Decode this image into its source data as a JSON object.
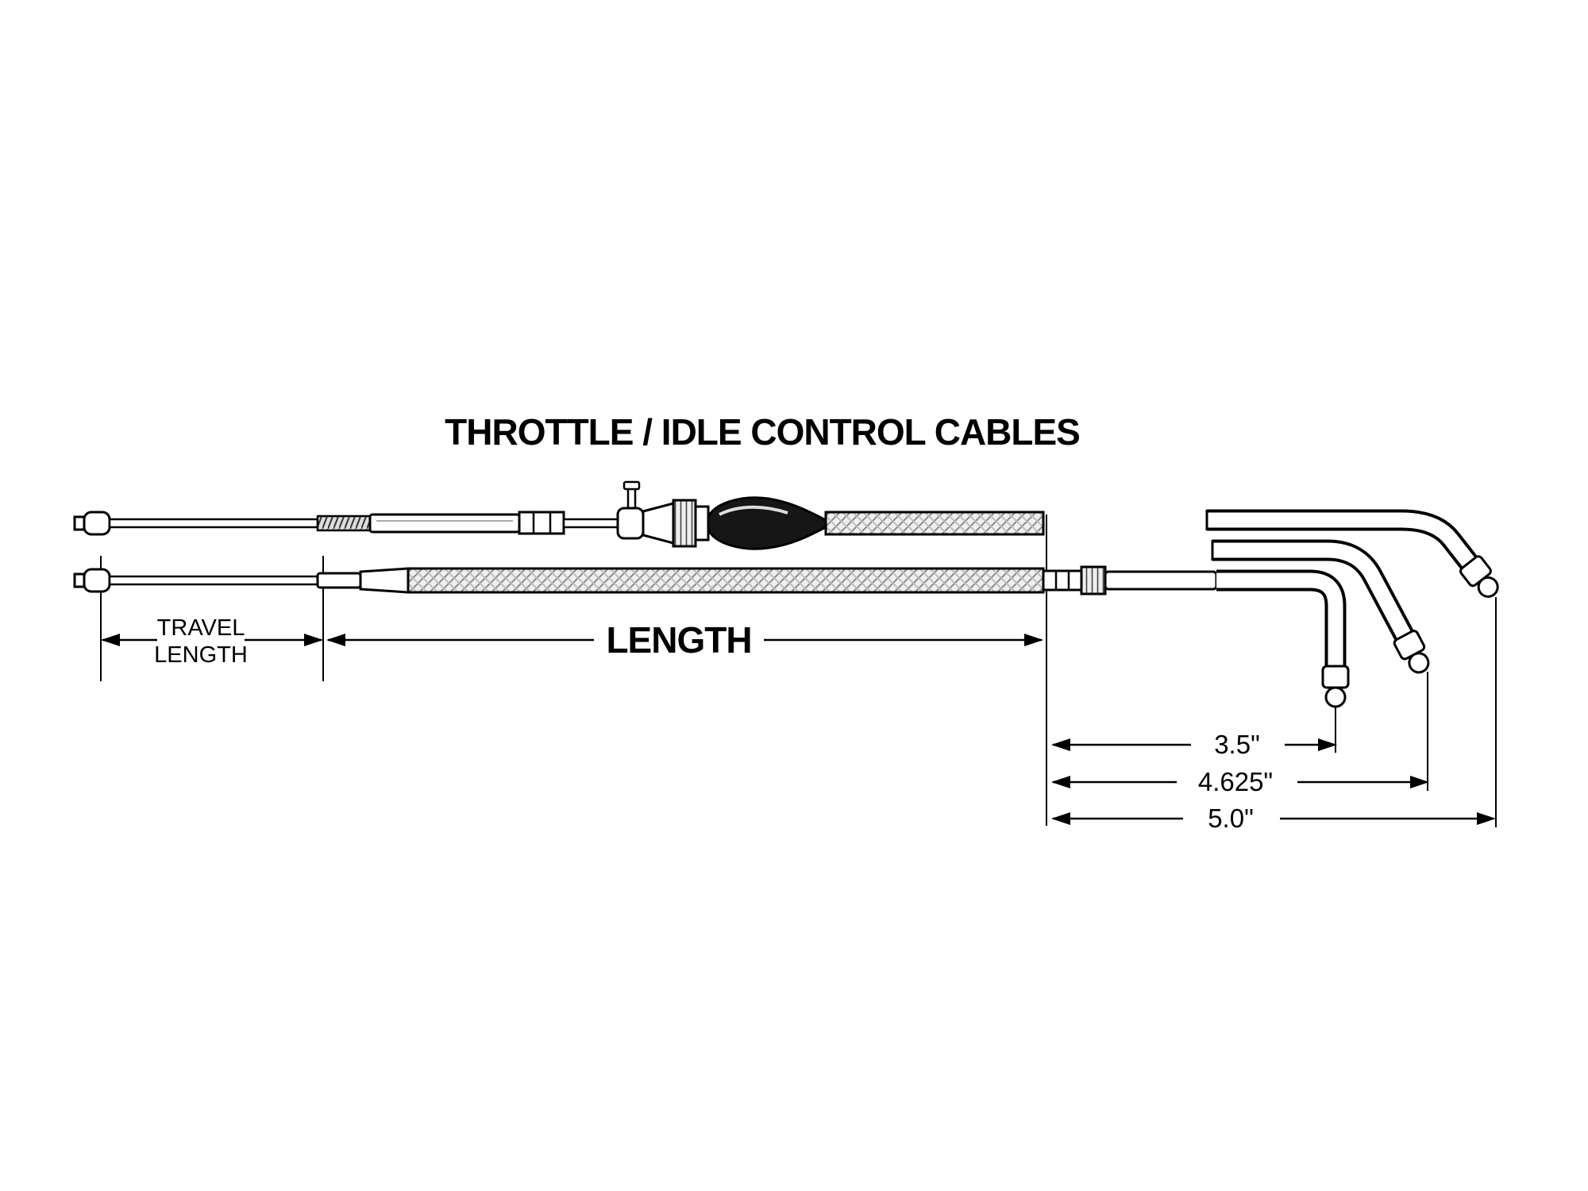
{
  "title": "THROTTLE / IDLE CONTROL CABLES",
  "labels": {
    "travel_line1": "TRAVEL",
    "travel_line2": "LENGTH",
    "length": "LENGTH",
    "end_35": "3.5\"",
    "end_4625": "4.625\"",
    "end_50": "5.0\""
  },
  "colors": {
    "line": "#000000",
    "boot_fill": "#161616",
    "braid_fill": "#efefef",
    "background": "#ffffff"
  }
}
